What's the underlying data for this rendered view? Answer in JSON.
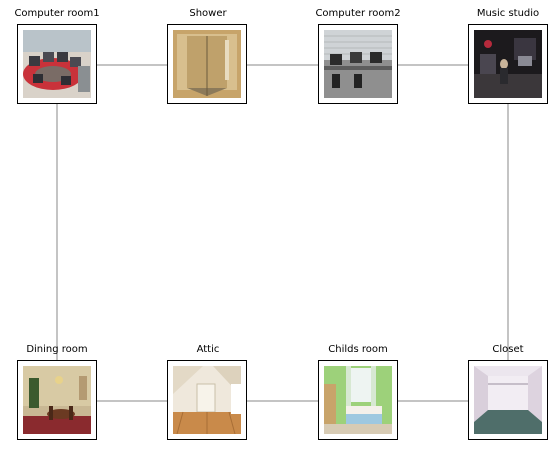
{
  "nodes": [
    {
      "id": "computer-room1",
      "label": "Computer room1",
      "image": "computer-room-photo"
    },
    {
      "id": "shower",
      "label": "Shower",
      "image": "shower-photo"
    },
    {
      "id": "computer-room2",
      "label": "Computer room2",
      "image": "computer-room-photo"
    },
    {
      "id": "music-studio",
      "label": "Music studio",
      "image": "music-studio-photo"
    },
    {
      "id": "dining-room",
      "label": "Dining room",
      "image": "dining-room-photo"
    },
    {
      "id": "attic",
      "label": "Attic",
      "image": "attic-photo"
    },
    {
      "id": "childs-room",
      "label": "Childs room",
      "image": "childs-room-photo"
    },
    {
      "id": "closet",
      "label": "Closet",
      "image": "closet-photo"
    }
  ],
  "edges": [
    [
      "computer-room1",
      "shower"
    ],
    [
      "shower",
      "computer-room2"
    ],
    [
      "computer-room2",
      "music-studio"
    ],
    [
      "computer-room1",
      "dining-room"
    ],
    [
      "music-studio",
      "closet"
    ],
    [
      "dining-room",
      "attic"
    ],
    [
      "attic",
      "childs-room"
    ],
    [
      "childs-room",
      "closet"
    ]
  ],
  "colors": {
    "edge": "#888888",
    "border": "#000000"
  }
}
